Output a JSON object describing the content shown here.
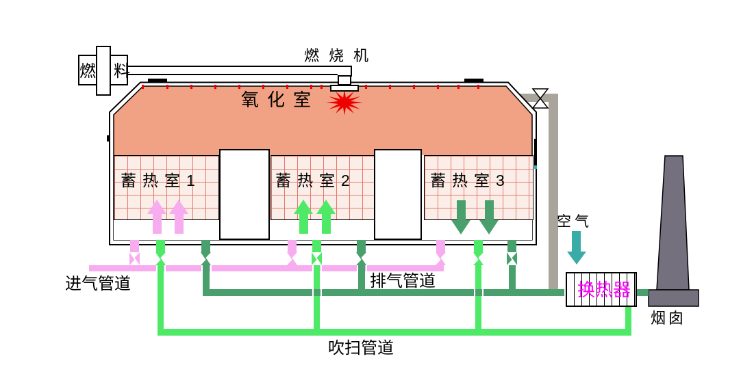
{
  "diagram": {
    "labels": {
      "fuel": "燃料",
      "burner": "燃烧机",
      "oxidation_chamber": "氧化室",
      "regenerator_1": "蓄热室1",
      "regenerator_2": "蓄热室2",
      "regenerator_3": "蓄热室3",
      "intake_pipe": "进气管道",
      "exhaust_pipe": "排气管道",
      "purge_pipe": "吹扫管道",
      "air": "空气",
      "heat_exchanger": "换热器",
      "chimney": "烟囱"
    },
    "colors": {
      "vessel_salmon": "#F2A284",
      "bed_bg": "#FBEEE8",
      "bed_grid": "#E2786A",
      "intake_pink": "#F8ACF0",
      "purge_green": "#4FE968",
      "exhaust_green": "#4AA06D",
      "air_teal": "#39ACA7",
      "pipe_gray": "#A9A59D",
      "chimney_gray": "#75707E",
      "flame_red": "#EE0000",
      "hx_label_magenta": "#FF00FF"
    },
    "flows": {
      "regenerator_1": {
        "direction": "up",
        "line": "intake"
      },
      "regenerator_2": {
        "direction": "up",
        "line": "purge"
      },
      "regenerator_3": {
        "direction": "down",
        "line": "exhaust"
      }
    },
    "valves": {
      "regenerator_1": {
        "intake": "open",
        "purge": "closed",
        "exhaust": "closed"
      },
      "regenerator_2": {
        "intake": "closed",
        "purge": "open",
        "exhaust": "closed"
      },
      "regenerator_3": {
        "intake": "closed",
        "purge": "closed",
        "exhaust": "open"
      },
      "hot_bypass": "open"
    }
  }
}
